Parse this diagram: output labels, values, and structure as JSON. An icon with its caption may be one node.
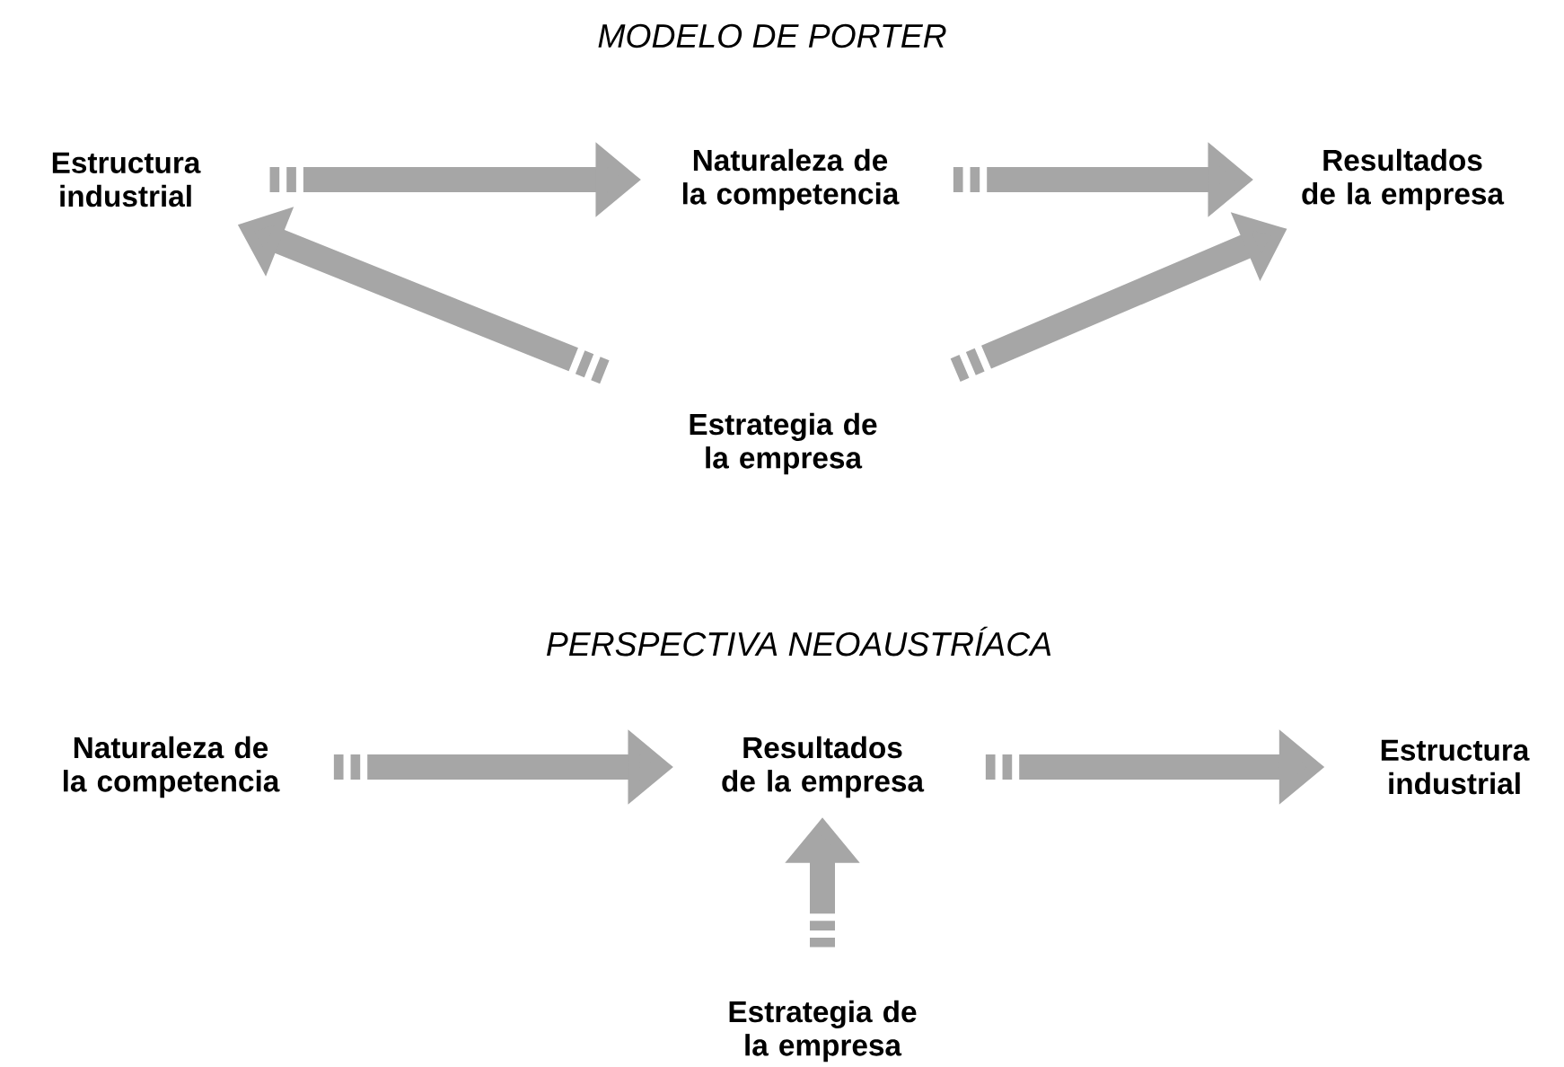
{
  "diagram": {
    "title": "MODELO DE PORTER",
    "nodes": [
      {
        "text": [
          "Estructura industrial"
        ]
      },
      {
        "text": [
          "Naturaleza de la competencia"
        ]
      },
      {
        "text": [
          "Resultados de la empresa"
        ]
      },
      {
        "text": [
          "Estrategia de la empresa"
        ]
      },
      {
        "text": [
          "Naturaleza de la competencia"
        ]
      },
      {
        "text": [
          "Resultados de la empresa"
        ]
      },
      {
        "text": [
          "Estructura industrial"
        ]
      },
      {
        "text": [
          "Estrategia de la empresa"
        ]
      }
    ],
    "edges": [
      {
        "from": 0,
        "to": 1,
        "arrow": "to"
      },
      {
        "from": 1,
        "to": 2,
        "arrow": "to"
      },
      {
        "from": 3,
        "to": 0,
        "arrow": "to"
      },
      {
        "from": 3,
        "to": 2,
        "arrow": "to"
      },
      {
        "from": 4,
        "to": 5,
        "arrow": "to"
      },
      {
        "from": 5,
        "to": 6,
        "arrow": "to"
      },
      {
        "from": 7,
        "to": 5,
        "arrow": "to"
      }
    ],
    "labels": [
      "PERSPECTIVA NEOAUSTRÍACA"
    ]
  }
}
